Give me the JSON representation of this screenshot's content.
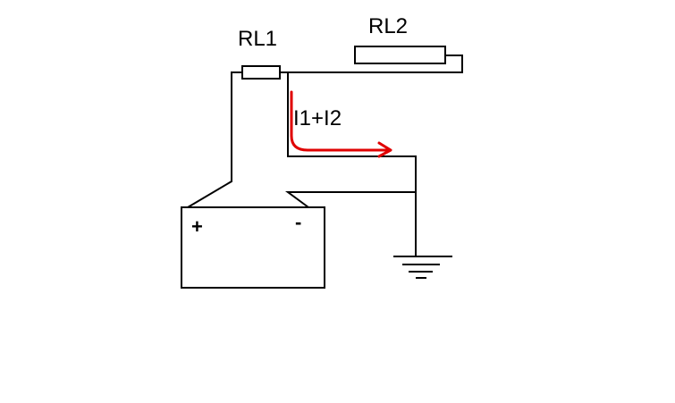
{
  "diagram": {
    "relay1_label": "RL1",
    "relay2_label": "RL2",
    "current_label": "I1+I2",
    "battery": {
      "positive_label": "+",
      "negative_label": "-"
    },
    "colors": {
      "wire": "#000000",
      "current_arrow": "#e00000",
      "background": "#ffffff"
    },
    "icons": {
      "ground": "ground-symbol-icon",
      "arrow": "current-arrow-icon"
    }
  }
}
